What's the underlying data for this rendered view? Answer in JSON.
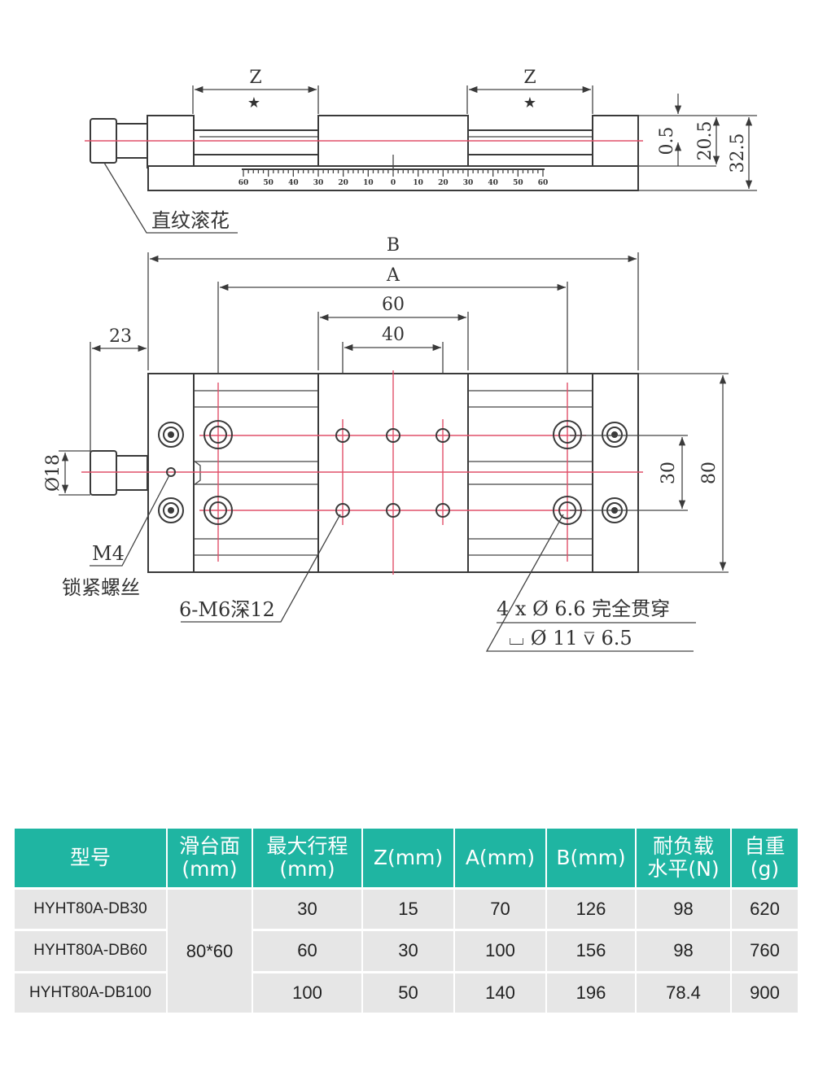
{
  "drawing": {
    "dimension_labels": {
      "z_left": "Z",
      "z_right": "Z",
      "star_left": "★",
      "star_right": "★",
      "h_0_5": "0.5",
      "h_20_5": "20.5",
      "h_32_5": "32.5",
      "b": "B",
      "a": "A",
      "d60": "60",
      "d40": "40",
      "d23": "23",
      "d18": "Ø18",
      "d30": "30",
      "d80": "80"
    },
    "annotations": {
      "knurl": "直纹滚花",
      "m4": "M4",
      "lock_screw": "锁紧螺丝",
      "m6_holes": "6-M6深12",
      "through_holes": "4 x Ø 6.6 完全贯穿",
      "counterbore": "⌴ Ø 11 ⊽ 6.5"
    },
    "scale_ticks": [
      "60",
      "50",
      "40",
      "30",
      "20",
      "10",
      "0",
      "10",
      "20",
      "30",
      "40",
      "50",
      "60"
    ]
  },
  "table": {
    "headers": [
      {
        "line1": "型号",
        "line2": ""
      },
      {
        "line1": "滑台面",
        "line2": "(mm)"
      },
      {
        "line1": "最大行程",
        "line2": "(mm)"
      },
      {
        "line1": "Z(mm)",
        "line2": ""
      },
      {
        "line1": "A(mm)",
        "line2": ""
      },
      {
        "line1": "B(mm)",
        "line2": ""
      },
      {
        "line1": "耐负载",
        "line2": "水平(N)"
      },
      {
        "line1": "自重",
        "line2": "(g)"
      }
    ],
    "table_surface": "80*60",
    "rows": [
      {
        "model": "HYHT80A-DB30",
        "stroke": "30",
        "z": "15",
        "a": "70",
        "b": "126",
        "load": "98",
        "weight": "620"
      },
      {
        "model": "HYHT80A-DB60",
        "stroke": "60",
        "z": "30",
        "a": "100",
        "b": "156",
        "load": "98",
        "weight": "760"
      },
      {
        "model": "HYHT80A-DB100",
        "stroke": "100",
        "z": "50",
        "a": "140",
        "b": "196",
        "load": "78.4",
        "weight": "900"
      }
    ],
    "colors": {
      "header_bg": "#1fb5a2",
      "header_text": "#ffffff",
      "cell_bg": "#e6e6e6"
    }
  }
}
